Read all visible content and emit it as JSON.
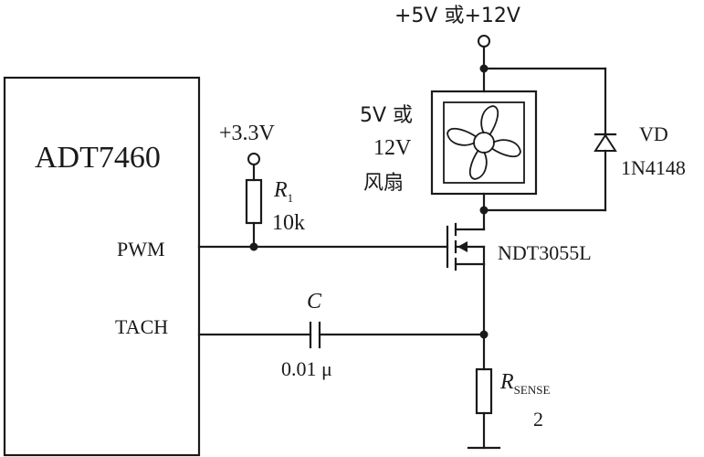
{
  "supply_main": "+5V 或+12V",
  "supply_logic": "+3.3V",
  "ic": {
    "name": "ADT7460",
    "pin_pwm": "PWM",
    "pin_tach": "TACH"
  },
  "r1": {
    "label": "R",
    "sub": "1",
    "value": "10k"
  },
  "cap": {
    "label": "C",
    "value": "0.01 μ"
  },
  "fan": {
    "line1": "5V 或",
    "line2": "12V",
    "line3": "风扇"
  },
  "diode": {
    "label": "VD",
    "part": "1N4148"
  },
  "mosfet": {
    "part": "NDT3055L"
  },
  "rsense": {
    "label": "R",
    "sub": "SENSE",
    "value": "2"
  }
}
